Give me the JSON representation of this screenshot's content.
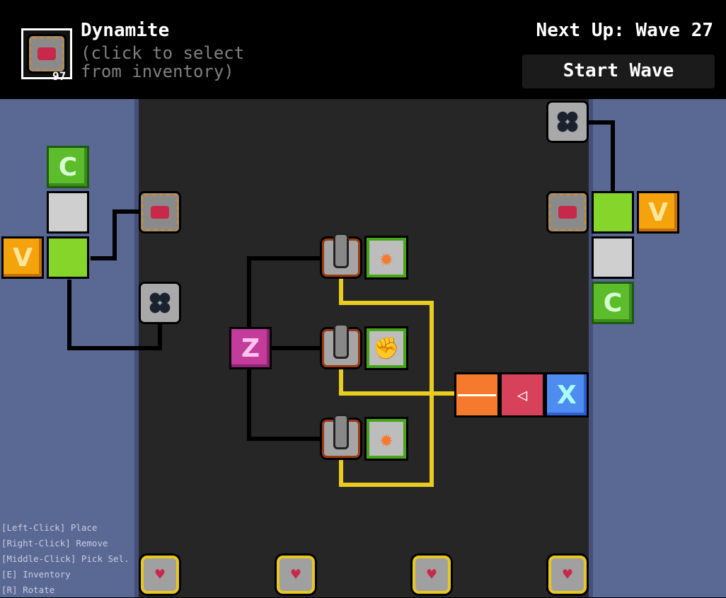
{
  "header": {
    "selected_item": "Dynamite",
    "selected_count": "97",
    "hint": "(click to select from inventory)",
    "next_up": "Next Up: Wave 27",
    "start_button": "Start Wave"
  },
  "blocks": {
    "c": "C",
    "v": "V",
    "z": "Z",
    "x": "X"
  },
  "help": [
    "[Left-Click] Place",
    "[Right-Click] Remove",
    "[Middle-Click] Pick Sel.",
    "[E] Inventory",
    "[R] Rotate"
  ],
  "colors": {
    "panel": "#5a6894",
    "board": "#262626",
    "wire_signal": "#e8cc20",
    "wire_power": "#000000"
  }
}
